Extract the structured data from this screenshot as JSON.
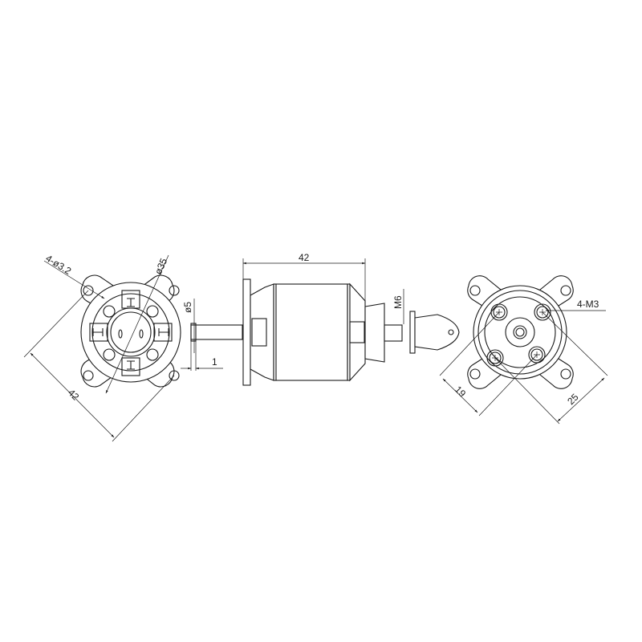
{
  "diagram": {
    "type": "technical-drawing",
    "subject": "outrunner brushless motor with prop adapter",
    "views": [
      "front-mount-view",
      "side-view",
      "rear-view"
    ]
  },
  "labels": {
    "front": {
      "holes": "4-ø3.2",
      "diameter": "ø35",
      "mount_diag": "42",
      "shaft_dia": "ø5",
      "shaft_step": "1"
    },
    "side": {
      "length": "42",
      "thread": "M6"
    },
    "rear": {
      "screws": "4-M3",
      "spacing_a": "19",
      "spacing_b": "25"
    }
  },
  "colors": {
    "line": "#1a1a1a",
    "background": "#ffffff"
  }
}
